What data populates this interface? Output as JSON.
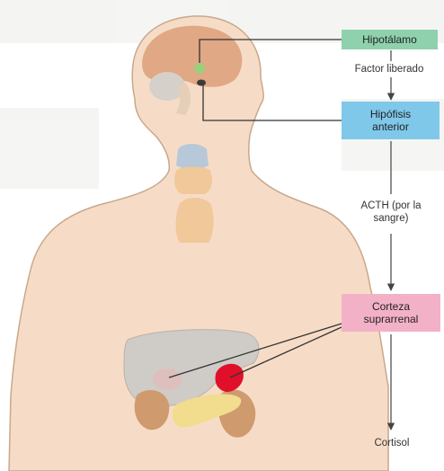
{
  "labels": {
    "hypothalamus": "Hipotálamo",
    "releasing_factor": "Factor liberado",
    "pituitary": "Hipófisis\nanterior",
    "acth": "ACTH (por la\nsangre)",
    "adrenal_cortex": "Corteza\nsuprarrenal",
    "cortisol": "Cortisol"
  },
  "colors": {
    "hypothalamus_box": "#8fd1ad",
    "pituitary_box": "#7fc8ea",
    "adrenal_box": "#f3b1c8",
    "skin": "#f6dcc6",
    "outline": "#c9a88c",
    "brain": "#e0a884",
    "liver": "#cfcbc6",
    "kidney": "#cf9a6e",
    "pancreas": "#f2dc8e",
    "adrenal": "#e0102b",
    "thyroid": "#f0c89a",
    "larynx": "#b7c8d8"
  }
}
